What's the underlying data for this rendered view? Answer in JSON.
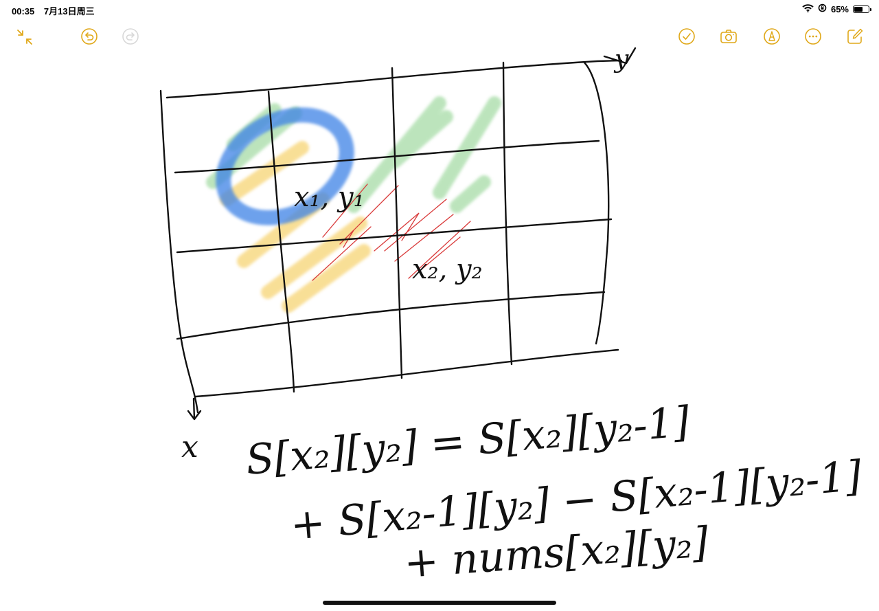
{
  "status_bar": {
    "time": "00:35",
    "date": "7月13日周三",
    "battery_percent_label": "65%",
    "battery_level": 0.65
  },
  "toolbar": {
    "accent_color": "#E0A819",
    "left_buttons": [
      "collapse-icon",
      "undo-icon",
      "redo-icon"
    ],
    "right_buttons": [
      "checklist-icon",
      "camera-icon",
      "markup-icon",
      "more-icon",
      "compose-icon"
    ]
  },
  "drawing": {
    "cells": {
      "first": "x₁, y₁",
      "second": "x₂, y₂"
    },
    "axis_labels": {
      "x": "x",
      "y": "y"
    },
    "formula_lines": [
      "S[x₂][y₂] = S[x₂][y₂-1]",
      "+ S[x₂-1][y₂] − S[x₂-1][y₂-1]",
      "+ nums[x₂][y₂]"
    ],
    "highlight_colors": {
      "green": "#7CCB7C",
      "blue": "#3C82E6",
      "yellow": "#F4C542",
      "red": "#D93A3A"
    }
  }
}
